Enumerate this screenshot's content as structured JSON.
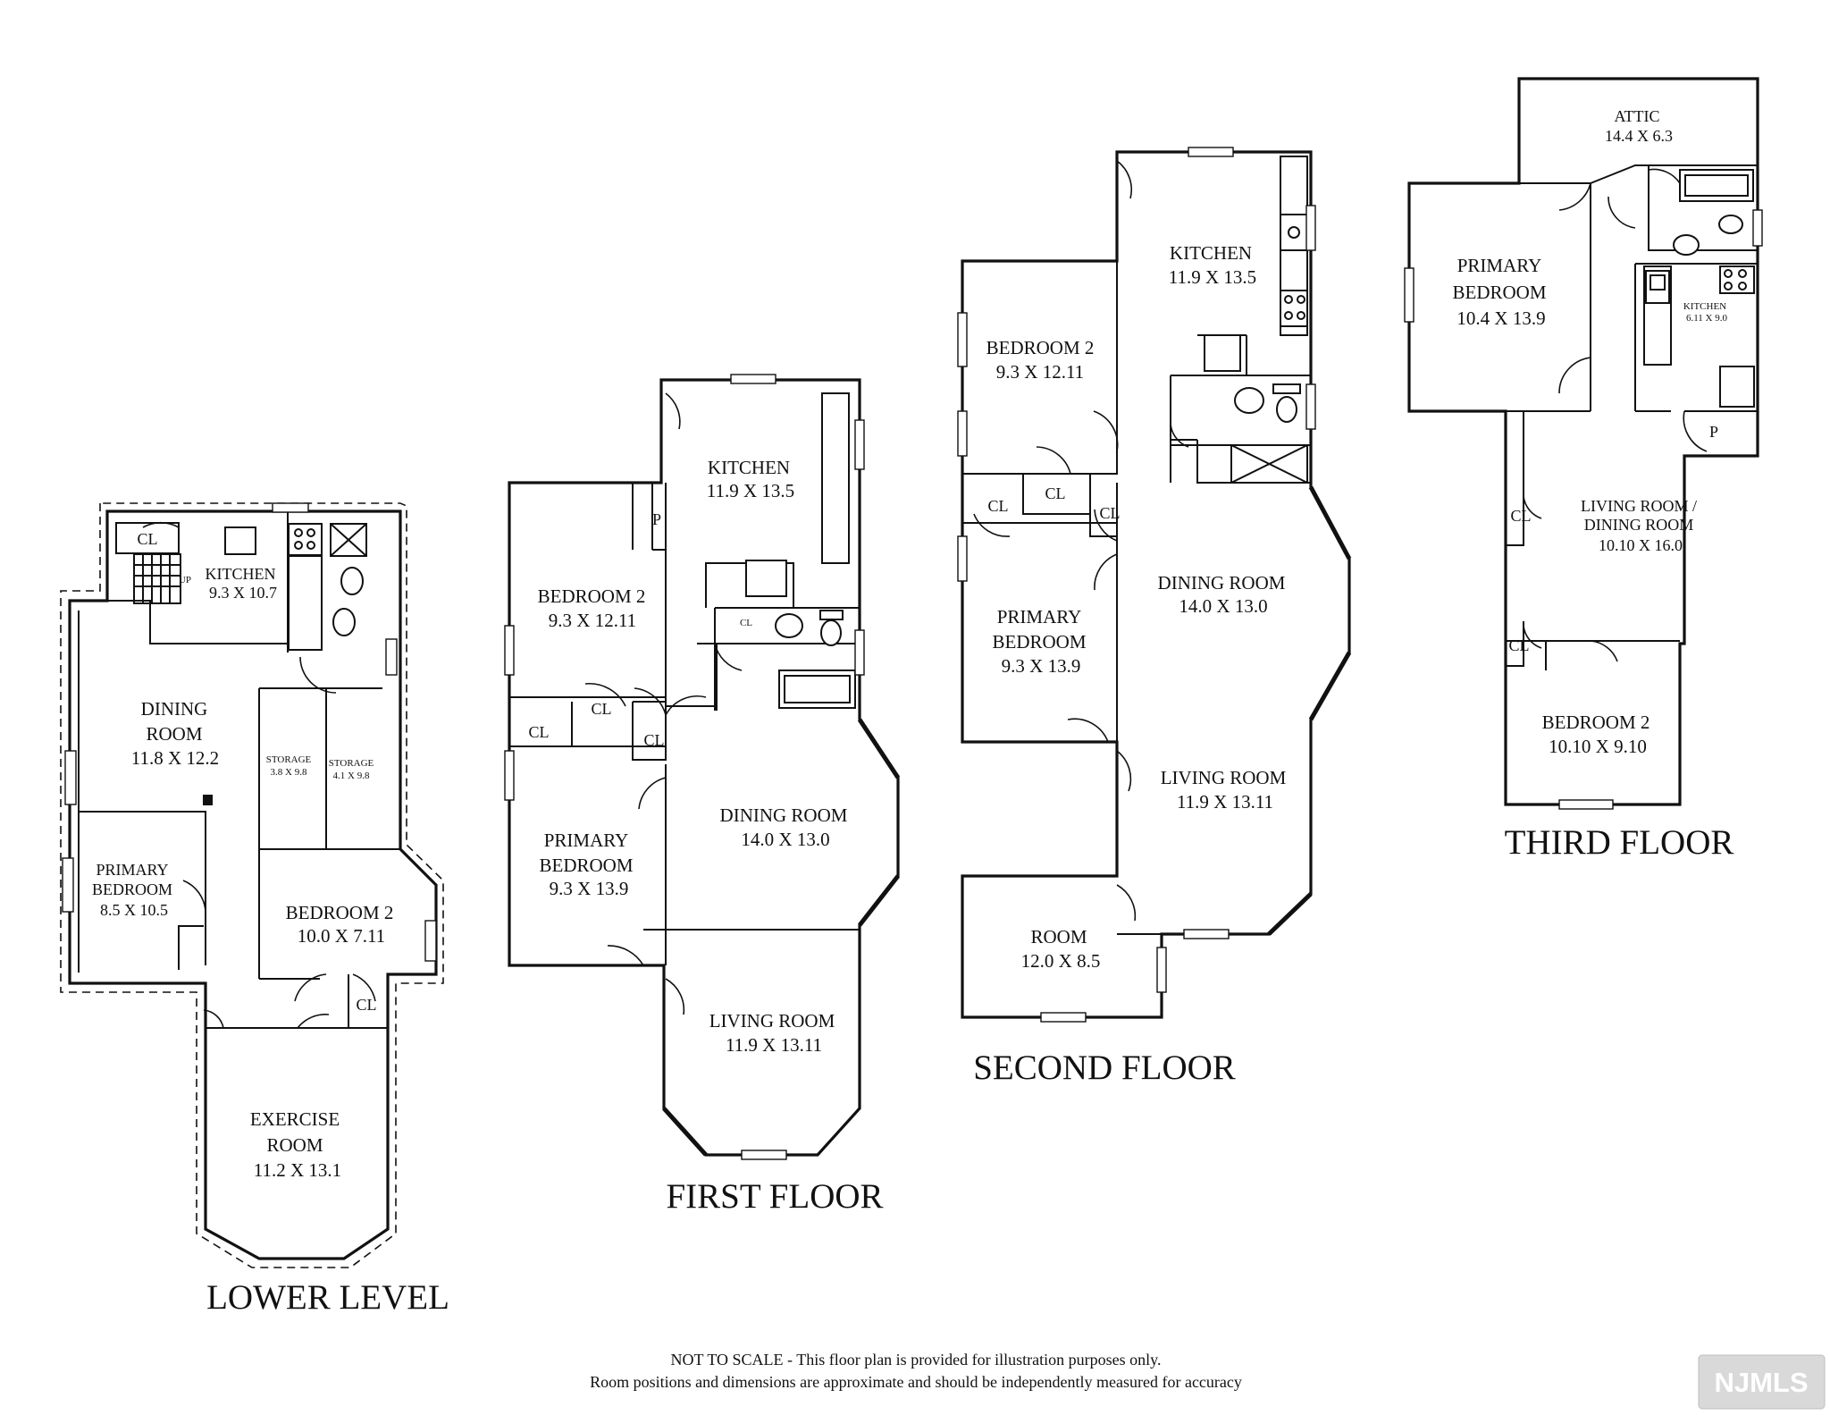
{
  "floors": {
    "lower": {
      "title": "LOWER LEVEL",
      "kitchen": {
        "name": "KITCHEN",
        "dims": "9.3 X 10.7"
      },
      "dining": {
        "name1": "DINING",
        "name2": "ROOM",
        "dims": "11.8 X 12.2"
      },
      "storage1": {
        "name": "STORAGE",
        "dims": "3.8 X 9.8"
      },
      "storage2": {
        "name": "STORAGE",
        "dims": "4.1 X 9.8"
      },
      "primary": {
        "name1": "PRIMARY",
        "name2": "BEDROOM",
        "dims": "8.5 X 10.5"
      },
      "bedroom2": {
        "name": "BEDROOM 2",
        "dims": "10.0 X 7.11"
      },
      "exercise": {
        "name1": "EXERCISE",
        "name2": "ROOM",
        "dims": "11.2 X 13.1"
      },
      "cl": "CL",
      "up": "UP"
    },
    "first": {
      "title": "FIRST FLOOR",
      "kitchen": {
        "name": "KITCHEN",
        "dims": "11.9 X 13.5"
      },
      "bedroom2": {
        "name": "BEDROOM 2",
        "dims": "9.3 X 12.11"
      },
      "dining": {
        "name": "DINING ROOM",
        "dims": "14.0 X 13.0"
      },
      "primary": {
        "name1": "PRIMARY",
        "name2": "BEDROOM",
        "dims": "9.3 X 13.9"
      },
      "living": {
        "name": "LIVING ROOM",
        "dims": "11.9 X 13.11"
      },
      "cl": "CL",
      "p": "P"
    },
    "second": {
      "title": "SECOND FLOOR",
      "kitchen": {
        "name": "KITCHEN",
        "dims": "11.9 X 13.5"
      },
      "bedroom2": {
        "name": "BEDROOM 2",
        "dims": "9.3 X 12.11"
      },
      "dining": {
        "name": "DINING ROOM",
        "dims": "14.0 X 13.0"
      },
      "primary": {
        "name1": "PRIMARY",
        "name2": "BEDROOM",
        "dims": "9.3 X 13.9"
      },
      "living": {
        "name": "LIVING ROOM",
        "dims": "11.9 X 13.11"
      },
      "room": {
        "name": "ROOM",
        "dims": "12.0 X 8.5"
      },
      "cl": "CL"
    },
    "third": {
      "title": "THIRD FLOOR",
      "attic": {
        "name": "ATTIC",
        "dims": "14.4 X 6.3"
      },
      "primary": {
        "name1": "PRIMARY",
        "name2": "BEDROOM",
        "dims": "10.4 X 13.9"
      },
      "kitchen": {
        "name": "KITCHEN",
        "dims": "6.11 X 9.0"
      },
      "living": {
        "name1": "LIVING ROOM /",
        "name2": "DINING ROOM",
        "dims": "10.10 X 16.0"
      },
      "bedroom2": {
        "name": "BEDROOM 2",
        "dims": "10.10 X 9.10"
      },
      "cl": "CL",
      "p": "P"
    }
  },
  "disclaimer": {
    "line1": "NOT TO SCALE - This floor plan is provided for illustration purposes only.",
    "line2": "Room positions and dimensions are approximate and should be independently measured for accuracy"
  },
  "logo": "NJMLS"
}
